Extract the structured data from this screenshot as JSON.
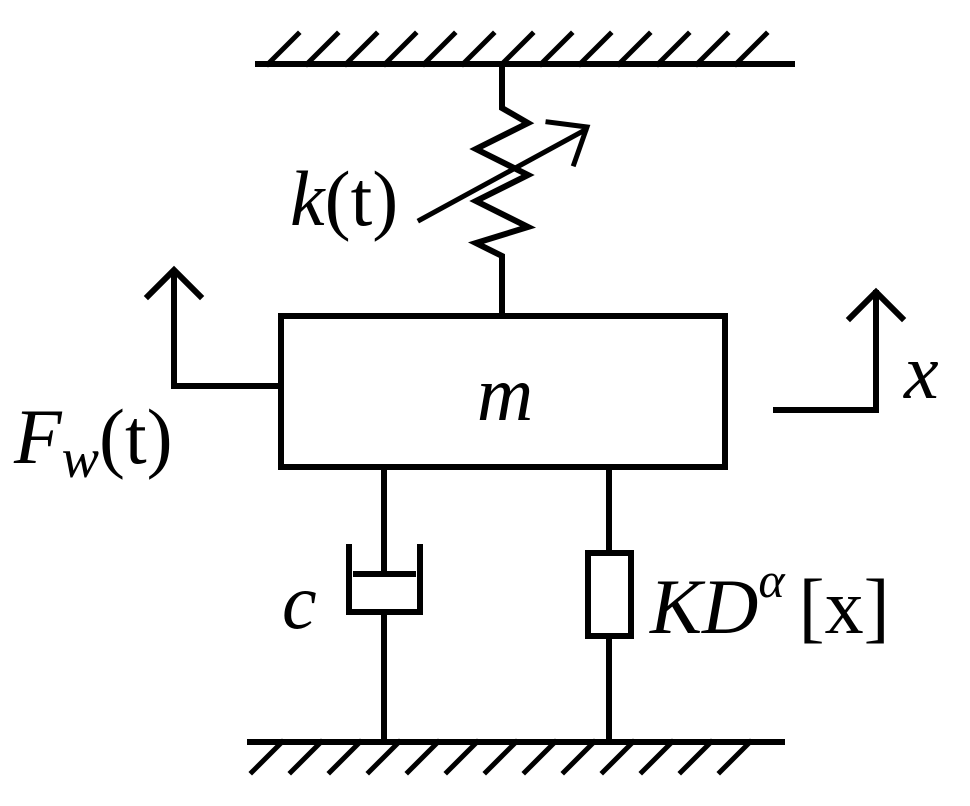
{
  "labels": {
    "spring": {
      "symbol": "k",
      "arg": "(t)"
    },
    "mass": "m",
    "force": {
      "symbol": "F",
      "subscript": "w",
      "arg": "(t)"
    },
    "displacement": "x",
    "damper": "c",
    "fractional_element": {
      "symbol": "KD",
      "superscript": "α",
      "arg": "[x]"
    }
  },
  "colors": {
    "line": "#000000",
    "background": "#ffffff"
  }
}
